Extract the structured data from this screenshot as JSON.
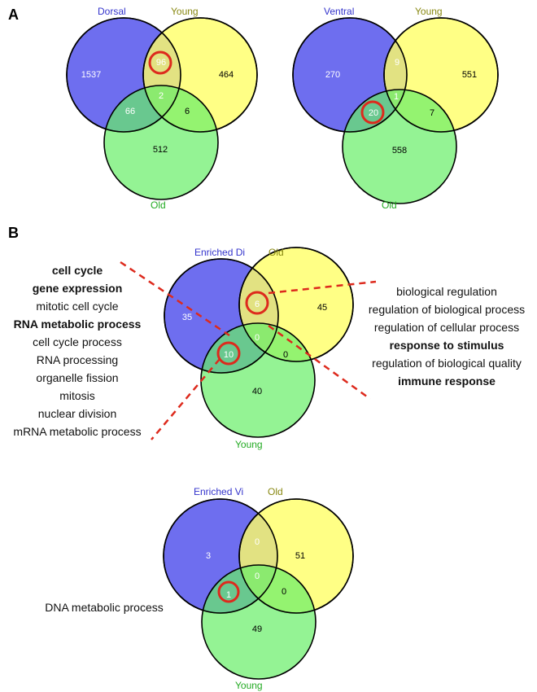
{
  "panels": {
    "a": "A",
    "b": "B"
  },
  "colors": {
    "dorsal_blue": "#6666ee",
    "young_yellow": "#ffff66",
    "old_green": "#66ee66",
    "highlight_red": "#dd2a1d",
    "label_blue": "#3333cc",
    "label_olive": "#888811",
    "label_green": "#22aa22"
  },
  "venn1": {
    "labels": {
      "left": "Dorsal",
      "right": "Young",
      "bottom": "Old"
    },
    "counts": {
      "left_only": "1537",
      "left_right": "96",
      "right_only": "464",
      "left_bottom": "66",
      "center": "2",
      "right_bottom": "6",
      "bottom_only": "512"
    }
  },
  "venn2": {
    "labels": {
      "left": "Ventral",
      "right": "Young",
      "bottom": "Old"
    },
    "counts": {
      "left_only": "270",
      "left_right": "9",
      "right_only": "551",
      "left_bottom": "20",
      "center": "1",
      "right_bottom": "7",
      "bottom_only": "558"
    }
  },
  "venn3": {
    "labels": {
      "left": "Enriched Di",
      "right": "Old",
      "bottom": "Young"
    },
    "counts": {
      "left_only": "35",
      "left_right": "6",
      "right_only": "45",
      "left_bottom": "10",
      "center": "0",
      "right_bottom": "0",
      "bottom_only": "40"
    }
  },
  "venn4": {
    "labels": {
      "left": "Enriched Vi",
      "right": "Old",
      "bottom": "Young"
    },
    "counts": {
      "left_only": "3",
      "left_right": "0",
      "right_only": "51",
      "left_bottom": "1",
      "center": "0",
      "right_bottom": "0",
      "bottom_only": "49"
    }
  },
  "left_terms": [
    "cell cycle",
    "gene expression",
    "mitotic cell cycle",
    "RNA metabolic process",
    "cell cycle process",
    "RNA processing",
    "organelle fission",
    "mitosis",
    "nuclear division",
    "mRNA metabolic process"
  ],
  "right_terms": [
    "biological regulation",
    "regulation of biological process",
    "regulation of cellular process",
    "response to stimulus",
    "regulation of biological quality",
    "immune response"
  ],
  "bottom_term": "DNA metabolic process"
}
